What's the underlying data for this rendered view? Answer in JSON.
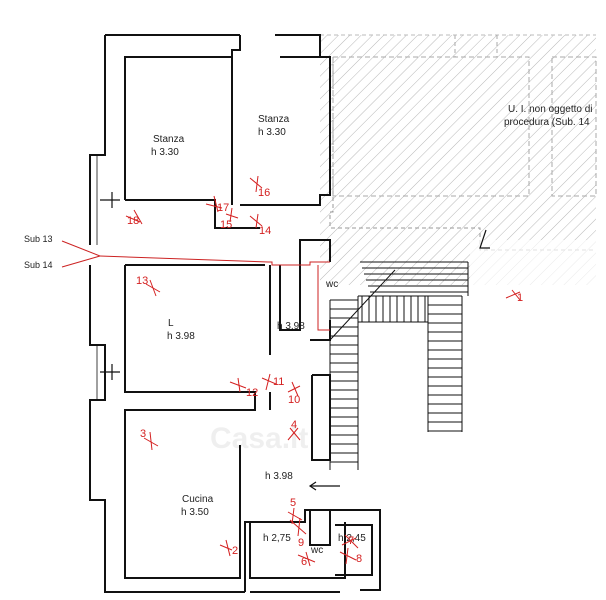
{
  "rooms": {
    "stanza_left": {
      "name": "Stanza",
      "height": "h 3.30"
    },
    "stanza_right": {
      "name": "Stanza",
      "height": "h 3.30"
    },
    "excluded_unit": {
      "line1": "U. I. non oggetto di",
      "line2": "procedura (Sub. 14"
    },
    "living": {
      "name": "L",
      "height": "h 3.98"
    },
    "corridor_top": {
      "height": "h 3.98"
    },
    "corridor_bottom": {
      "height": "h 3.98"
    },
    "cucina": {
      "name": "Cucina",
      "height": "h 3.50"
    },
    "small_room": {
      "height": "h 2,75"
    },
    "wc_top": {
      "name": "wc"
    },
    "wc_bottom": {
      "name": "wc"
    },
    "bath_right": {
      "height": "h 2,45"
    }
  },
  "sub_labels": {
    "sub13": "Sub 13",
    "sub14": "Sub 14"
  },
  "markers": {
    "m1": "1",
    "m2": "2",
    "m3": "3",
    "m4": "4",
    "m5": "5",
    "m6": "6",
    "m7": "7",
    "m8": "8",
    "m9": "9",
    "m10": "10",
    "m11": "11",
    "m12": "12",
    "m13": "13",
    "m14": "14",
    "m15": "15",
    "m16": "16",
    "m17": "17",
    "m18": "18"
  },
  "watermark": "Casa.it",
  "colors": {
    "wall": "#111111",
    "marker": "#d42020",
    "sub_line": "#cc2222",
    "hatch": "#b8b8b8"
  }
}
